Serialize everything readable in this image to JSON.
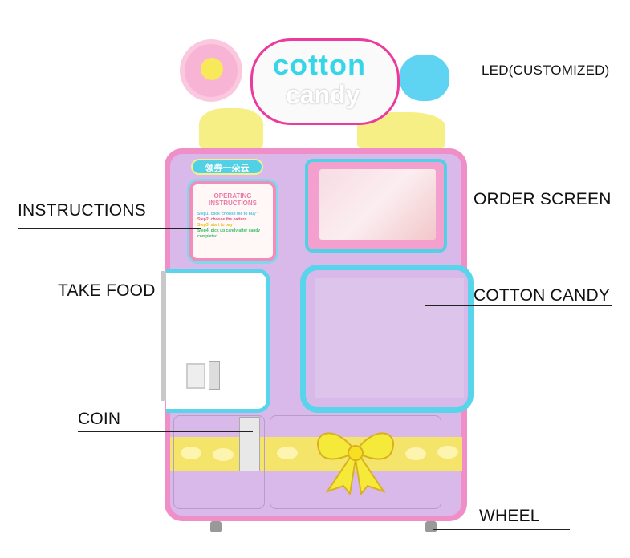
{
  "labels": {
    "led": "LED(CUSTOMIZED)",
    "order_screen": "ORDER SCREEN",
    "instructions": "INSTRUCTIONS",
    "take_food": "TAKE FOOD",
    "cotton_candy": "COTTON CANDY",
    "coin": "COIN",
    "wheel": "WHEEL"
  },
  "sign": {
    "line1": "cotton",
    "line2": "candy"
  },
  "machine_badge": "领券一朵云",
  "instruction_panel": {
    "title": "OPERATING INSTRUCTIONS",
    "steps": [
      "Step1: click\"choose me to buy\"",
      "Step2: choose the pattern",
      "Step3: start to pay",
      "Step4: pick up candy after candy completed"
    ]
  },
  "colors": {
    "body": "#d9b8ea",
    "trim": "#f08ec8",
    "accent": "#58d5ea",
    "bow": "#f5ea3a"
  }
}
